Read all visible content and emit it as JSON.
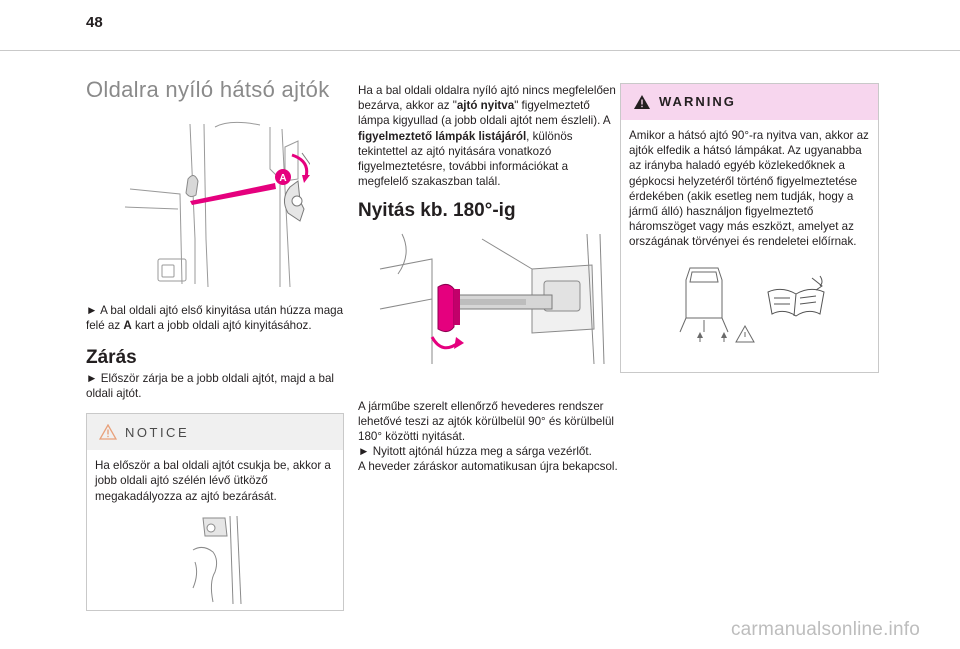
{
  "page": {
    "number": "48"
  },
  "col1": {
    "title": "Oldalra nyíló hátsó ajtók",
    "fig_label": "A",
    "step1_arrow": "►",
    "step1_text_a": " A bal oldali ajtó első kinyitása után húzza maga felé az ",
    "step1_bold": "A",
    "step1_text_b": " kart a jobb oldali ajtó kinyitásához.",
    "closing_title": "Zárás",
    "closing_arrow": "►",
    "closing_text": " Először zárja be a jobb oldali ajtót, majd a bal oldali ajtót.",
    "notice": {
      "label": "NOTICE",
      "text": "Ha először a bal oldali ajtót csukja be, akkor a jobb oldali ajtó szélén lévő ütköző megakadályozza az ajtó bezárását."
    }
  },
  "col2": {
    "intro_a": "Ha a bal oldali oldalra nyíló ajtó nincs megfelelően bezárva, akkor az \"",
    "intro_bold1": "ajtó nyitva",
    "intro_b": "\" figyelmeztető lámpa kigyullad (a jobb oldali ajtót nem észleli). A ",
    "intro_bold2": "figyelmeztető lámpák listájáról",
    "intro_c": ", különös tekintettel az ajtó nyitására vonatkozó figyelmeztetésre, további információkat a megfelelő szakaszban talál.",
    "section_title": "Nyitás kb. 180°-ig",
    "body1": "A járműbe szerelt ellenőrző hevederes rendszer lehetővé teszi az ajtók körülbelül 90° és körülbelül 180° közötti nyitását.",
    "arrow": "►",
    "body2": " Nyitott ajtónál húzza meg a sárga vezérlőt.",
    "body3": "A heveder záráskor automatikusan újra bekapcsol."
  },
  "col3": {
    "warning": {
      "label": "WARNING",
      "text": "Amikor a hátsó ajtó 90°-ra nyitva van, akkor az ajtók elfedik a hátsó lámpákat. Az ugyanabba az irányba haladó egyéb közlekedőknek a gépkocsi helyzetéről történő figyelmeztetése érdekében (akik esetleg nem tudják, hogy a jármű álló) használjon figyelmeztető háromszöget vagy más eszközt, amelyet az országának törvényei és rendeletei előírnak."
    }
  },
  "watermark": "carmanualsonline.info",
  "colors": {
    "accent_magenta": "#e5007e",
    "warning_bg": "#f7d6ee",
    "notice_bg": "#f0f0f0",
    "notice_icon": "#e8a07a"
  }
}
